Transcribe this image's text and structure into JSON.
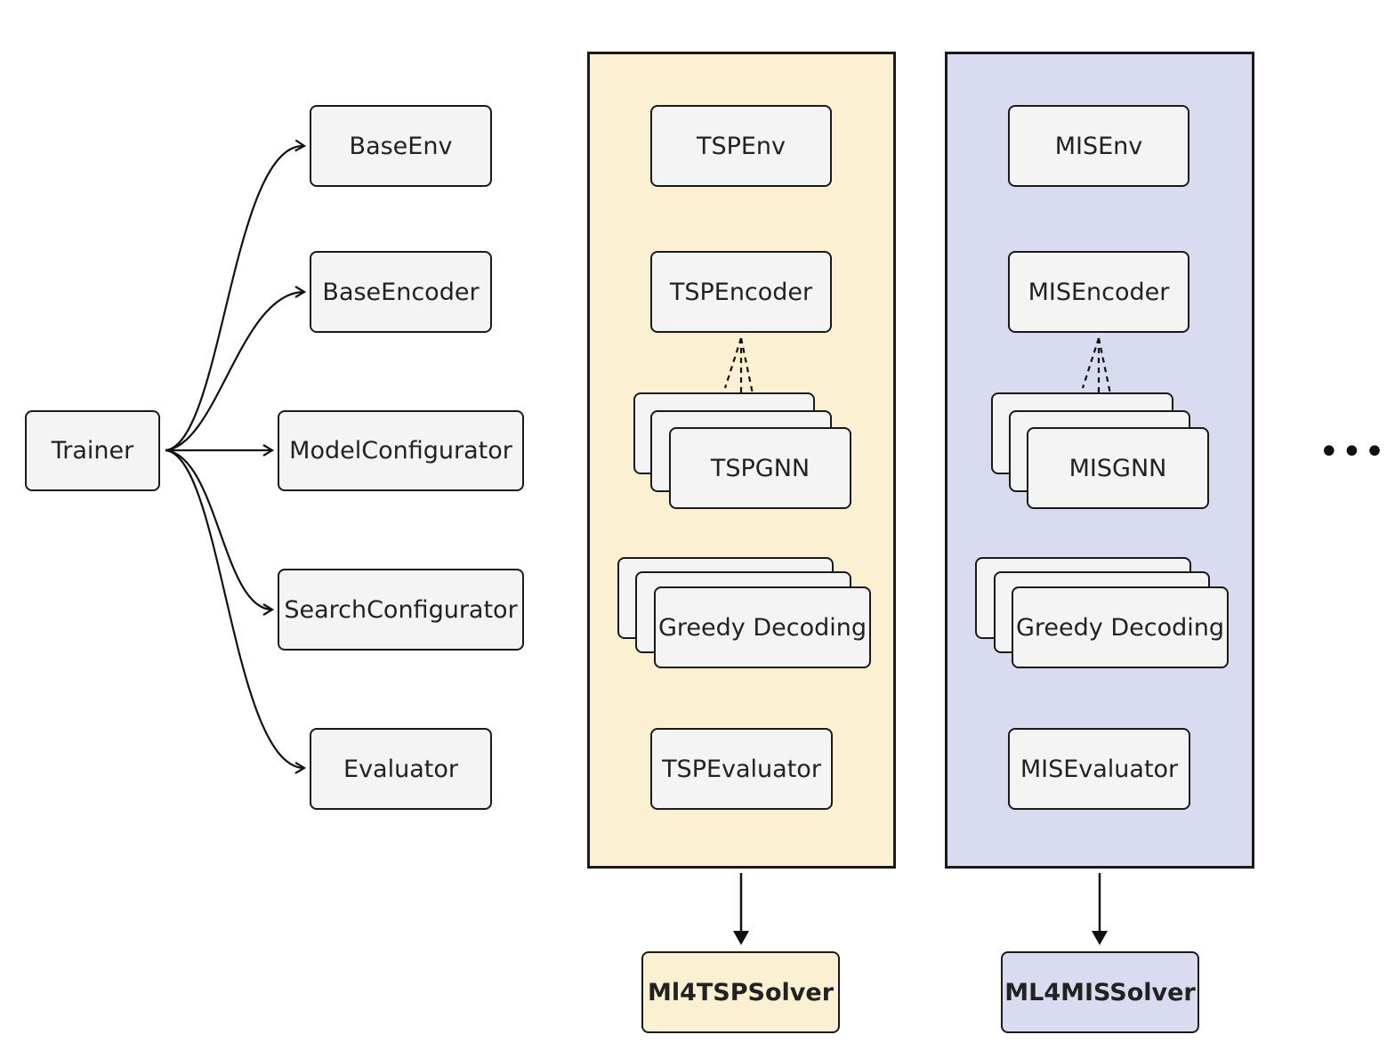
{
  "trainer": {
    "label": "Trainer"
  },
  "base_components": [
    {
      "label": "BaseEnv"
    },
    {
      "label": "BaseEncoder"
    },
    {
      "label": "ModelConfigurator"
    },
    {
      "label": "SearchConfigurator"
    },
    {
      "label": "Evaluator"
    }
  ],
  "tsp_panel": {
    "env": "TSPEnv",
    "encoder": "TSPEncoder",
    "gnn": "TSPGNN",
    "decoding": "Greedy Decoding",
    "evaluator": "TSPEvaluator",
    "solver": "Ml4TSPSolver",
    "color": "#fcf0d2"
  },
  "mis_panel": {
    "env": "MISEnv",
    "encoder": "MISEncoder",
    "gnn": "MISGNN",
    "decoding": "Greedy Decoding",
    "evaluator": "MISEvaluator",
    "solver": "ML4MISSolver",
    "color": "#d9dcf0"
  },
  "ellipsis": "•••"
}
